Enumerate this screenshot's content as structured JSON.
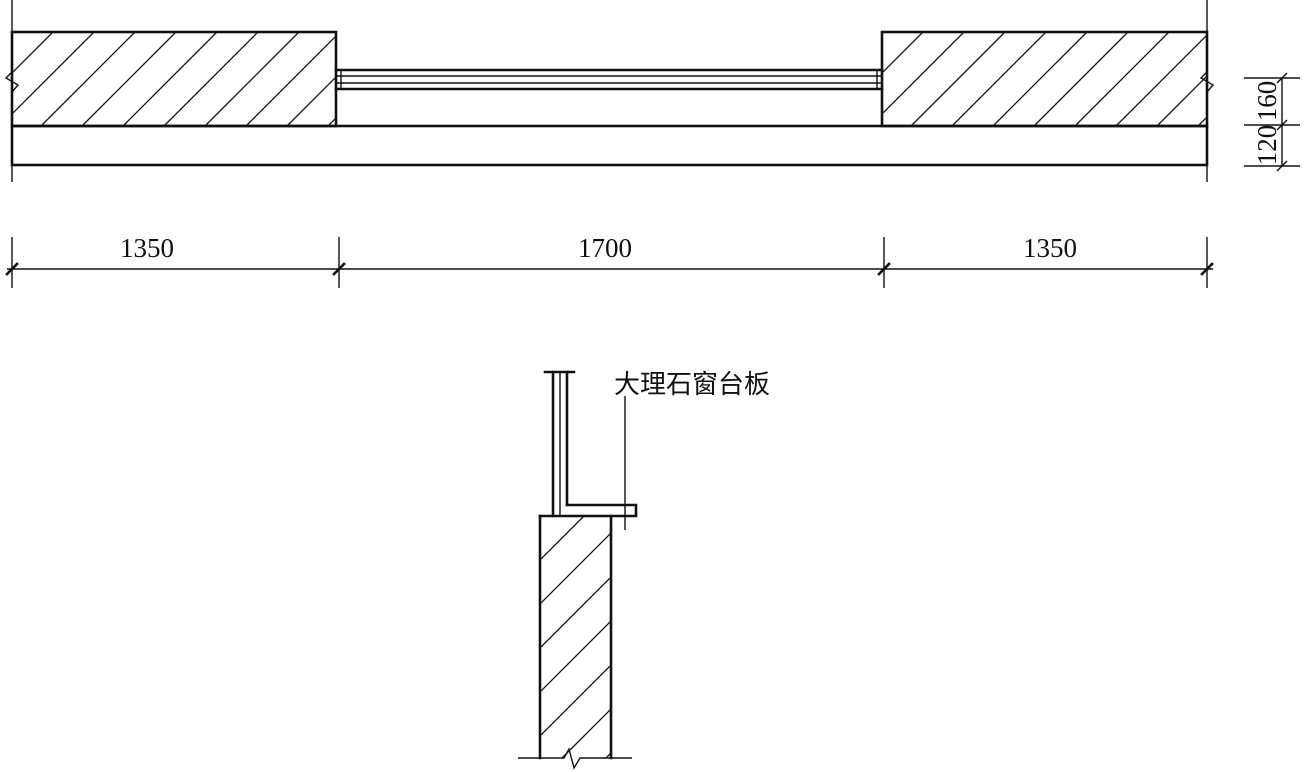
{
  "plan": {
    "dimensions": [
      "1350",
      "1700",
      "1350"
    ],
    "side_dimensions": [
      "160",
      "120"
    ]
  },
  "section": {
    "label": "大理石窗台板"
  }
}
